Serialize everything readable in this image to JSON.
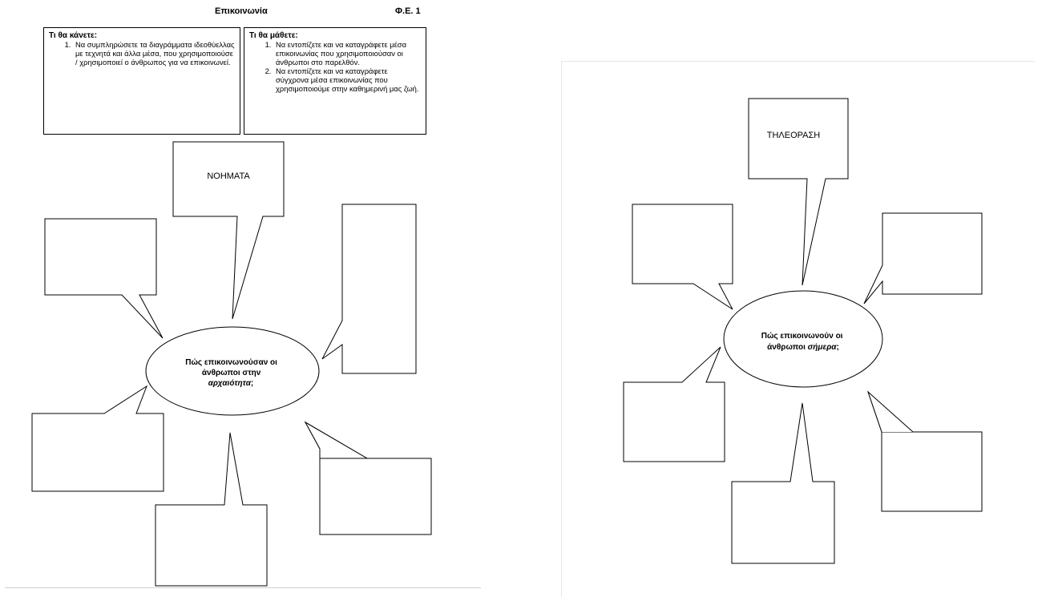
{
  "left_page": {
    "header_title": "Επικοινωνία",
    "header_code": "Φ.Ε. 1",
    "what_you_do": {
      "title": "Τι θα κάνετε:",
      "items": [
        "Να συμπληρώσετε τα διαγράμματα ιδεοθύελλας με τεχνητά και άλλα μέσα, που χρησιμοποιούσε / χρησιμοποιεί ο άνθρωπος για να επικοινωνεί."
      ]
    },
    "what_you_learn": {
      "title": "Τι θα μάθετε:",
      "items": [
        "Να εντοπίζετε και να καταγράφετε μέσα επικοινωνίας που χρησιμοποιούσαν οι άνθρωποι στο παρελθόν.",
        "Να εντοπίζετε και να καταγράφετε σύγχρονα μέσα επικοινωνίας που χρησιμοποιούμε στην καθημερινή μας ζωή."
      ]
    },
    "center": {
      "line1": "Πώς επικοινωνούσαν οι",
      "line2": "άνθρωποι στην",
      "line3_italic": "αρχαιότητα",
      "line3_end": ";"
    },
    "example_label": "ΝΟΗΜΑΤΑ"
  },
  "right_page": {
    "center": {
      "line1": "Πώς επικοινωνούν οι",
      "line2_start": "άνθρωποι ",
      "line2_italic": "σήμερα",
      "line2_end": ";"
    },
    "example_label": "ΤΗΛΕΟΡΑΣΗ"
  }
}
